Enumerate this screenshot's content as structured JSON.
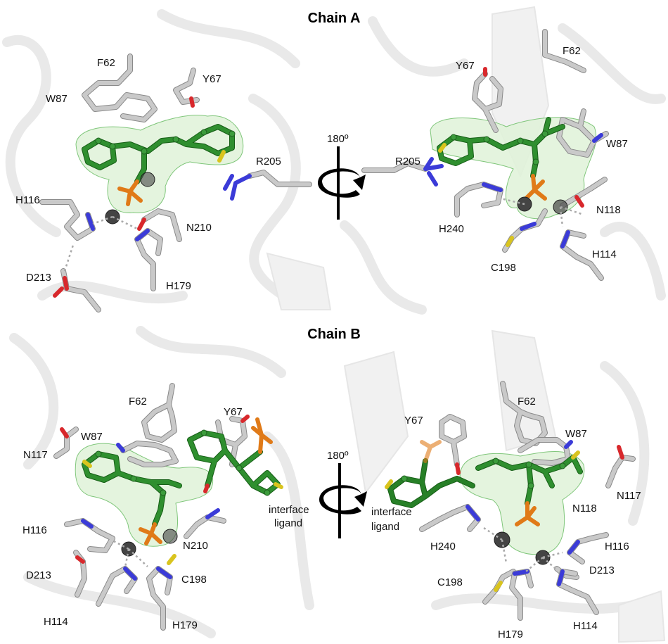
{
  "panels": {
    "chain_a_title": "Chain A",
    "chain_b_title": "Chain B",
    "rotation_label": "180º"
  },
  "chain_a_left": {
    "residues": [
      "F62",
      "Y67",
      "W87",
      "R205",
      "H116",
      "N210",
      "D213",
      "H179"
    ]
  },
  "chain_a_right": {
    "residues": [
      "F62",
      "Y67",
      "R205",
      "W87",
      "H240",
      "N118",
      "C198",
      "H114"
    ]
  },
  "chain_b_left": {
    "residues": [
      "F62",
      "Y67",
      "W87",
      "N117",
      "H116",
      "N210",
      "D213",
      "C198",
      "H114",
      "H179"
    ],
    "interface_label_1": "interface",
    "interface_label_2": "ligand"
  },
  "chain_b_right": {
    "residues": [
      "F62",
      "Y67",
      "W87",
      "N117",
      "N118",
      "H240",
      "H116",
      "D213",
      "C198",
      "H179",
      "H114"
    ],
    "interface_label_1": "interface",
    "interface_label_2": "ligand"
  },
  "colors": {
    "carbon_protein": "#c9c9c9",
    "carbon_ligand": "#2f8f2f",
    "nitrogen": "#3b3bd8",
    "oxygen": "#d8282c",
    "phosphorus": "#e07a18",
    "sulfur": "#d9c41e",
    "metal": "#444444",
    "density_mesh": "#7fc67a"
  }
}
